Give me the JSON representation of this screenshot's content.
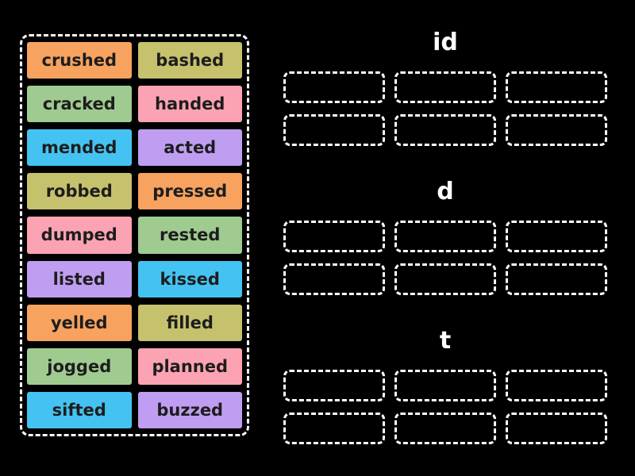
{
  "colors": {
    "background": "#000000",
    "tile_text": "#1d1d1d",
    "group_title_text": "#ffffff",
    "dashed_border": "#ffffff",
    "tile_orange": "#f7a35f",
    "tile_olive": "#c6c16c",
    "tile_green": "#a0cb90",
    "tile_pink": "#fca3b3",
    "tile_blue": "#44c3f2",
    "tile_purple": "#bf9ef2"
  },
  "word_bank": {
    "tiles": [
      {
        "label": "crushed",
        "color": "#f7a35f"
      },
      {
        "label": "bashed",
        "color": "#c6c16c"
      },
      {
        "label": "cracked",
        "color": "#a0cb90"
      },
      {
        "label": "handed",
        "color": "#fca3b3"
      },
      {
        "label": "mended",
        "color": "#44c3f2"
      },
      {
        "label": "acted",
        "color": "#bf9ef2"
      },
      {
        "label": "robbed",
        "color": "#c6c16c"
      },
      {
        "label": "pressed",
        "color": "#f7a35f"
      },
      {
        "label": "dumped",
        "color": "#fca3b3"
      },
      {
        "label": "rested",
        "color": "#a0cb90"
      },
      {
        "label": "listed",
        "color": "#bf9ef2"
      },
      {
        "label": "kissed",
        "color": "#44c3f2"
      },
      {
        "label": "yelled",
        "color": "#f7a35f"
      },
      {
        "label": "filled",
        "color": "#c6c16c"
      },
      {
        "label": "jogged",
        "color": "#a0cb90"
      },
      {
        "label": "planned",
        "color": "#fca3b3"
      },
      {
        "label": "sifted",
        "color": "#44c3f2"
      },
      {
        "label": "buzzed",
        "color": "#bf9ef2"
      }
    ]
  },
  "groups": [
    {
      "label": "id",
      "slot_count": 6
    },
    {
      "label": "d",
      "slot_count": 6
    },
    {
      "label": "t",
      "slot_count": 6
    }
  ]
}
